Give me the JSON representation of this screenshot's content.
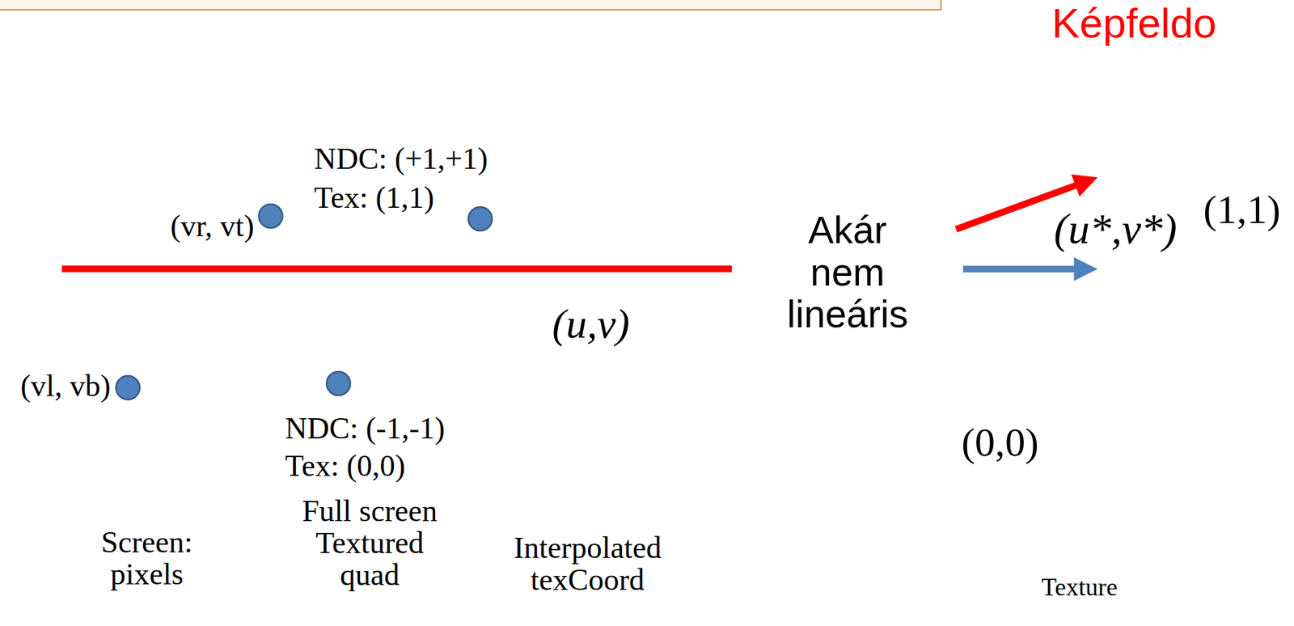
{
  "diagram": {
    "nodes": [
      {
        "text": [
          "Screen: pixels"
        ]
      },
      {
        "text": [
          "Full screen Textured quad"
        ]
      },
      {
        "text": [
          "(u,v)",
          "Interpolated texCoord"
        ]
      },
      {
        "text": [
          "Akár nem lineáris"
        ]
      },
      {
        "text": [
          "(u*,v*)",
          "Texture"
        ]
      }
    ],
    "edges": [
      {
        "from": 3,
        "to": 4,
        "arrow": "to"
      },
      {
        "from": 3,
        "to": 4,
        "arrow": "to"
      }
    ],
    "labels": [
      "Képfeldo",
      "NDC: (+1,+1)",
      "Tex: (1,1)",
      "(vr, vt)",
      "(1,1)",
      "(vl, vb)",
      "NDC: (-1,-1)",
      "Tex: (0,0)",
      "(0,0)"
    ]
  }
}
